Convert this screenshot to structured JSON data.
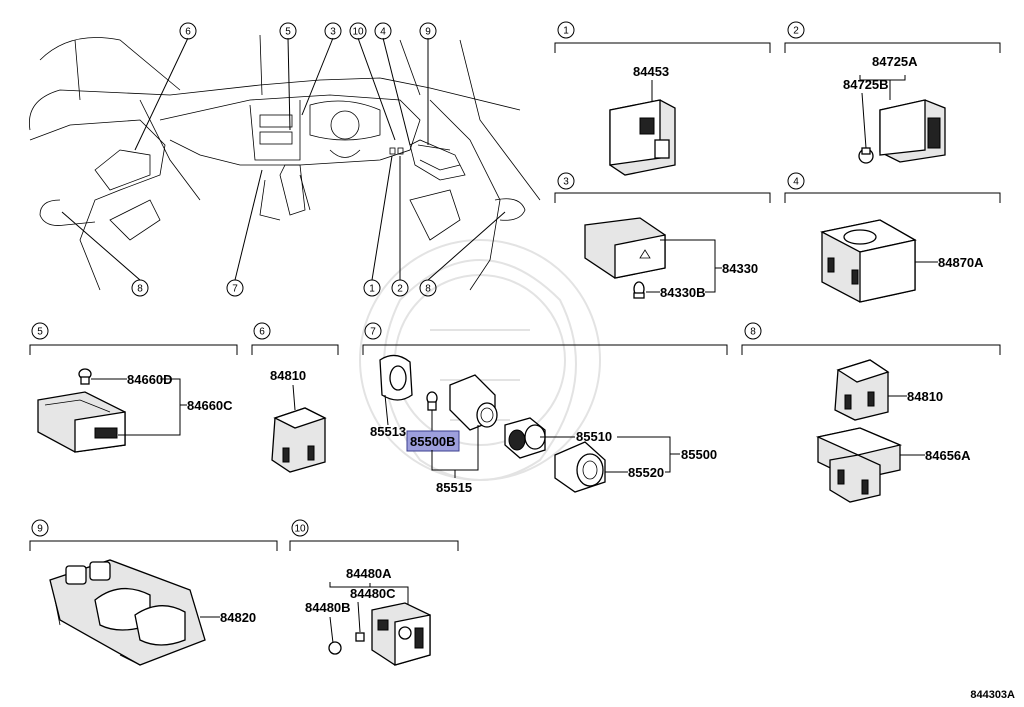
{
  "diagram_id": "844303A",
  "callout_numbers": [
    "6",
    "5",
    "3",
    "10",
    "4",
    "9",
    "7",
    "1",
    "2",
    "8",
    "8"
  ],
  "sections": [
    {
      "num": "1",
      "parts": [
        "84453"
      ]
    },
    {
      "num": "2",
      "parts": [
        "84725A",
        "84725B"
      ]
    },
    {
      "num": "3",
      "parts": [
        "84330",
        "84330B"
      ]
    },
    {
      "num": "4",
      "parts": [
        "84870A"
      ]
    },
    {
      "num": "5",
      "parts": [
        "84660D",
        "84660C"
      ]
    },
    {
      "num": "6",
      "parts": [
        "84810"
      ]
    },
    {
      "num": "7",
      "parts": [
        "85513",
        "85500B",
        "85515",
        "85510",
        "85500",
        "85520"
      ]
    },
    {
      "num": "8",
      "parts": [
        "84810",
        "84656A"
      ]
    },
    {
      "num": "9",
      "parts": [
        "84820"
      ]
    },
    {
      "num": "10",
      "parts": [
        "84480A",
        "84480C",
        "84480B"
      ]
    }
  ],
  "highlighted_part": "85500B",
  "colors": {
    "highlight": "#9d9fdc",
    "ink": "#000000",
    "watermark": "#e3e3e3"
  }
}
